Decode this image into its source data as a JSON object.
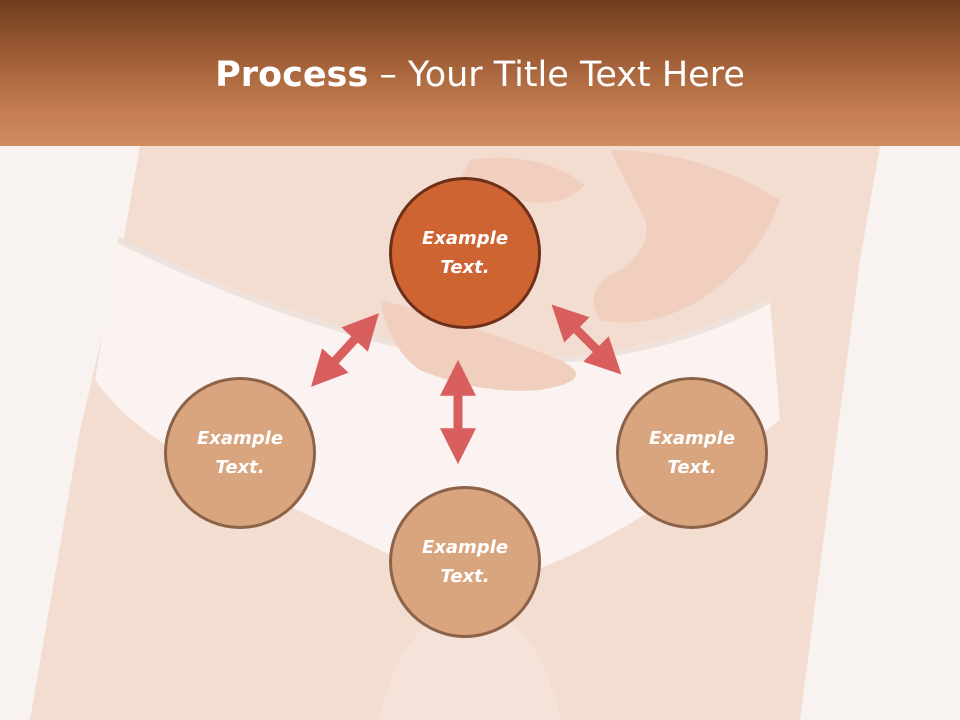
{
  "slide": {
    "title_bold": "Process",
    "title_rest": " – Your Title Text Here"
  },
  "nodes": {
    "top": {
      "line1": "Example",
      "line2": "Text."
    },
    "left": {
      "line1": "Example",
      "line2": "Text."
    },
    "right": {
      "line1": "Example",
      "line2": "Text."
    },
    "bottom": {
      "line1": "Example",
      "line2": "Text."
    }
  },
  "colors": {
    "header_dark": "#6f3d1e",
    "header_light": "#cf8c5e",
    "main_circle": "#cf6433",
    "sub_circle": "#d8a57f",
    "arrow": "#d95e5e"
  }
}
